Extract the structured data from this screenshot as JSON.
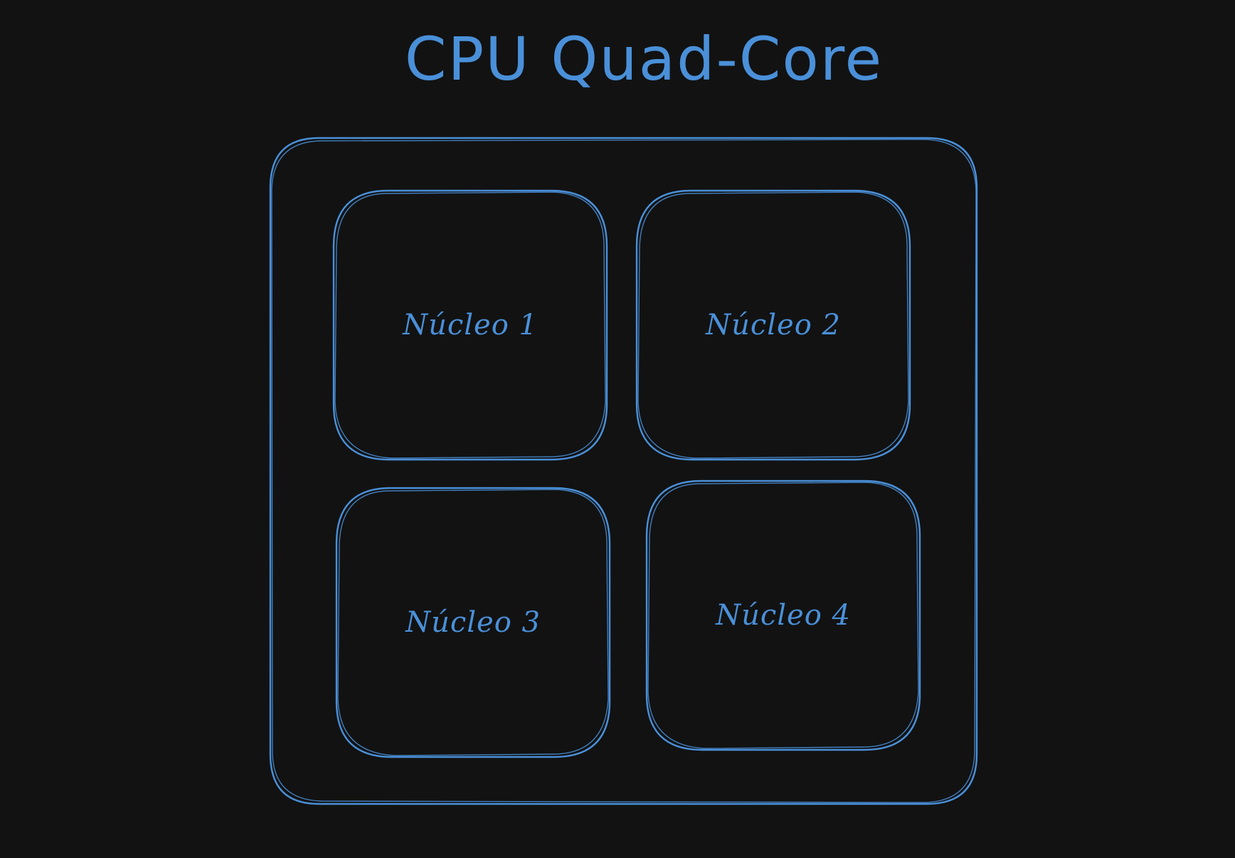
{
  "diagram": {
    "title": "CPU Quad-Core",
    "cores": [
      {
        "label": "Núcleo 1"
      },
      {
        "label": "Núcleo 2"
      },
      {
        "label": "Núcleo 3"
      },
      {
        "label": "Núcleo 4"
      }
    ]
  },
  "colors": {
    "background": "#121212",
    "stroke": "#4a90d9"
  }
}
